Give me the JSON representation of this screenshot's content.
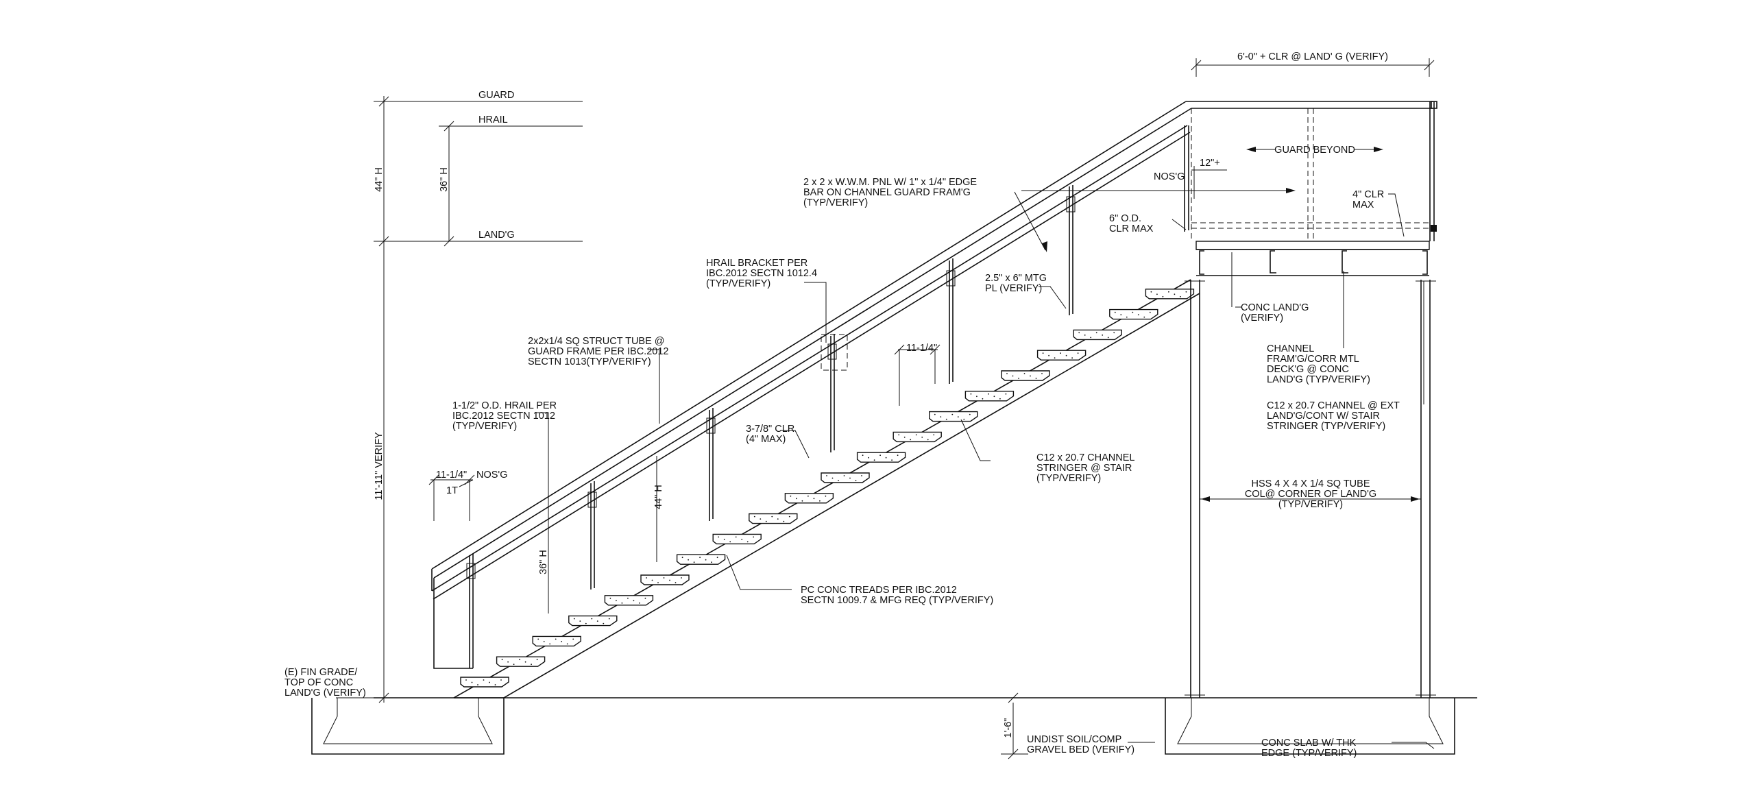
{
  "notes": {
    "clr_landing": "6'-0\" + CLR @ LAND' G (VERIFY)",
    "guard_beyond": "GUARD BEYOND",
    "guard": "GUARD",
    "hrail": "HRAIL",
    "landg": "LAND'G",
    "dim_44h": "44\" H",
    "dim_36h": "36\" H",
    "dim_11_11": "11'-11\" VERIFY",
    "nosg_top": "NOS'G",
    "dim_12": "12\"+",
    "wwm_1": "2 x 2 x W.W.M. PNL W/ 1\" x 1/4\" EDGE",
    "wwm_2": "BAR ON CHANNEL GUARD FRAM'G",
    "wwm_3": "(TYP/VERIFY)",
    "clr4_1": "4\" CLR",
    "clr4_2": "MAX",
    "od6_1": "6\" O.D.",
    "od6_2": "CLR MAX",
    "hbracket_1": "HRAIL BRACKET PER",
    "hbracket_2": "IBC.2012 SECTN 1012.4",
    "hbracket_3": "(TYP/VERIFY)",
    "mtg_1": "2.5\" x 6\" MTG",
    "mtg_2": "PL (VERIFY)",
    "conc_land_1": "CONC LAND'G",
    "conc_land_2": "(VERIFY)",
    "tube_1": "2x2x1/4 SQ STRUCT TUBE @",
    "tube_2": "GUARD FRAME PER IBC.2012",
    "tube_3": "SECTN 1013(TYP/VERIFY)",
    "dim_11_14": "11-1/4\"",
    "channel_1": "CHANNEL",
    "channel_2": "FRAM'G/CORR MTL",
    "channel_3": "DECK'G @ CONC",
    "channel_4": "LAND'G (TYP/VERIFY)",
    "od112_1": "1-1/2\" O.D. HRAIL PER",
    "od112_2": "IBC.2012 SECTN 1012",
    "od112_3": "(TYP/VERIFY)",
    "c12ext_1": "C12 x 20.7 CHANNEL @ EXT",
    "c12ext_2": "LAND'G/CONT W/ STAIR",
    "c12ext_3": "STRINGER (TYP/VERIFY)",
    "clr378_1": "3-7/8\" CLR",
    "clr378_2": "(4\" MAX)",
    "c12str_1": "C12 x 20.7 CHANNEL",
    "c12str_2": "STRINGER @ STAIR",
    "c12str_3": "(TYP/VERIFY)",
    "left_1114": "11-1/4\"",
    "left_nosg": "NOS'G",
    "left_1t": "1T",
    "hss_1": "HSS 4 X 4 X 1/4 SQ TUBE",
    "hss_2": "COL@ CORNER OF LAND'G",
    "hss_3": "(TYP/VERIFY)",
    "dim_44h_2": "44\" H",
    "dim_36h_2": "36\" H",
    "pc_1": "PC CONC TREADS PER IBC.2012",
    "pc_2": "SECTN 1009.7 & MFG REQ (TYP/VERIFY)",
    "grade_1": "(E) FIN GRADE/",
    "grade_2": "TOP OF CONC",
    "grade_3": "LAND'G (VERIFY)",
    "dim_16": "1'-6\"",
    "soil_1": "UNDIST SOIL/COMP",
    "soil_2": "GRAVEL BED (VERIFY)",
    "slab_1": "CONC SLAB W/ THK",
    "slab_2": "EDGE (TYP/VERIFY)"
  }
}
